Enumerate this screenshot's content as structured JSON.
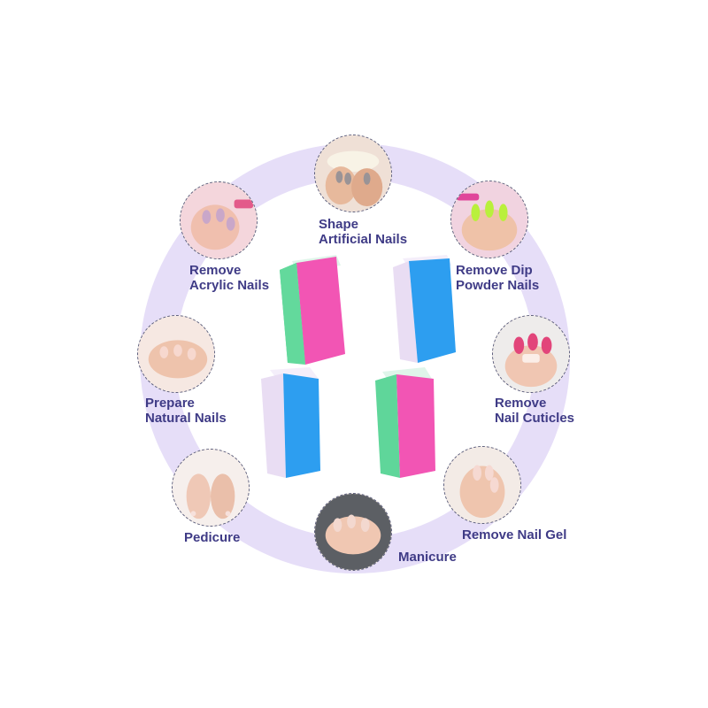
{
  "uses": [
    {
      "id": "shape-artificial-nails",
      "lines": [
        "Shape",
        "Artificial Nails"
      ]
    },
    {
      "id": "remove-acrylic-nails",
      "lines": [
        "Remove",
        "Acrylic Nails"
      ]
    },
    {
      "id": "remove-dip-powder-nails",
      "lines": [
        "Remove Dip",
        "Powder Nails"
      ]
    },
    {
      "id": "prepare-natural-nails",
      "lines": [
        "Prepare",
        "Natural Nails"
      ]
    },
    {
      "id": "remove-nail-cuticles",
      "lines": [
        "Remove",
        "Nail Cuticles"
      ]
    },
    {
      "id": "pedicure",
      "lines": [
        "Pedicure"
      ]
    },
    {
      "id": "remove-nail-gel",
      "lines": [
        "Remove Nail Gel"
      ]
    },
    {
      "id": "manicure",
      "lines": [
        "Manicure"
      ]
    }
  ],
  "colors": {
    "ring": "#e6def8",
    "label": "#3f3b86",
    "block_green": "#5fd69a",
    "block_pink": "#f255b4",
    "block_blue": "#2d9ef0",
    "block_lavender": "#e9ddf3"
  },
  "icons": [
    "nail-photo-icon",
    "buffer-block-icon"
  ]
}
